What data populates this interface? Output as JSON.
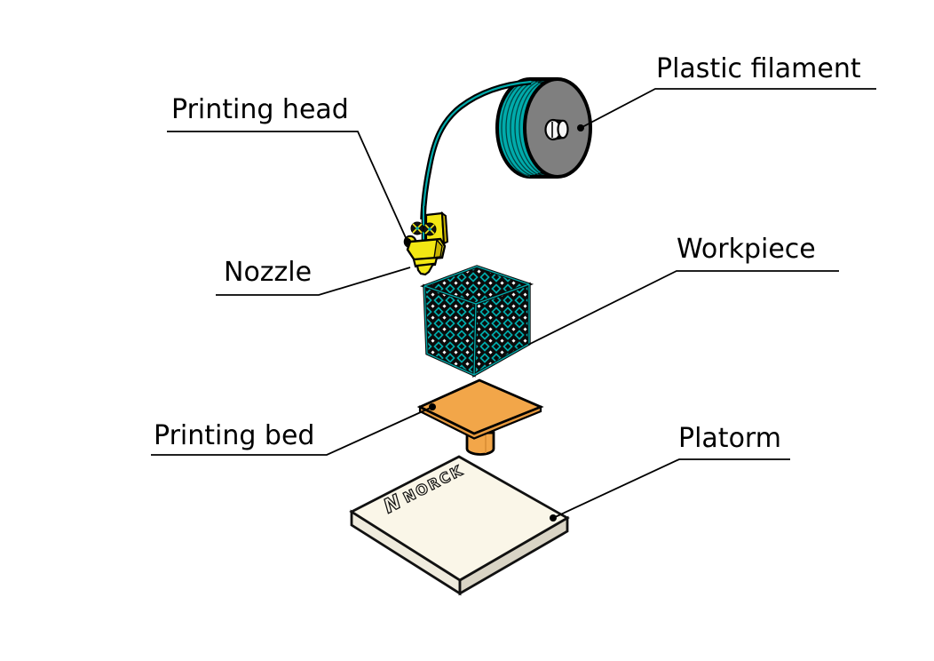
{
  "labels": {
    "plastic_filament": "Plastic filament",
    "printing_head": "Printing head",
    "nozzle": "Nozzle",
    "workpiece": "Workpiece",
    "printing_bed": "Printing bed",
    "platform": "Platorm"
  },
  "logo": {
    "mark": "N",
    "brand": "NORCK"
  },
  "colors": {
    "filament_teal": "#00ABAB",
    "spool_gray": "#7F7F7F",
    "head_yellow": "#F2E713",
    "head_yellow_dark": "#C9B400",
    "bed_orange": "#F2A649",
    "bed_orange_dark": "#E79A3F",
    "platform_cream": "#FAF6E8",
    "platform_side_left": "#EFEBDD",
    "platform_side_right": "#D9D4C5",
    "lattice_dark": "#0B0B0B",
    "outline": "#000000"
  }
}
